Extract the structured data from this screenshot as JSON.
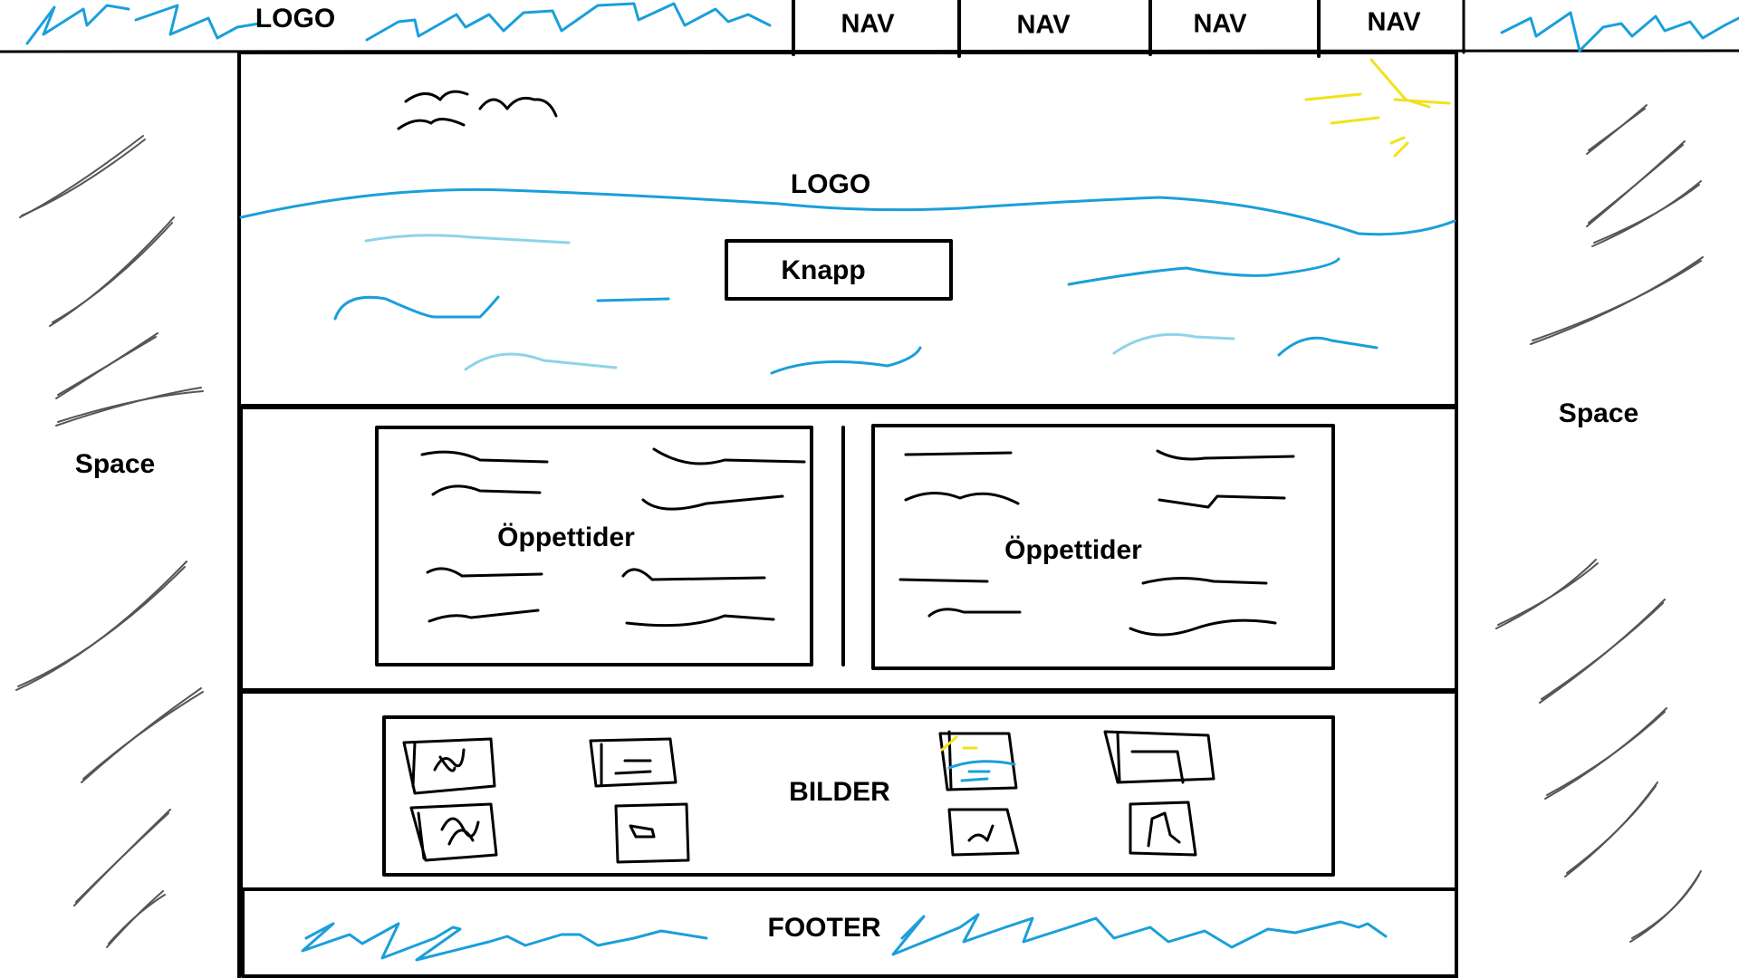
{
  "header": {
    "logo": "LOGO",
    "nav": [
      "NAV",
      "NAV",
      "NAV",
      "NAV"
    ]
  },
  "hero": {
    "logo": "LOGO",
    "button_label": "Knapp"
  },
  "hours": {
    "left_label": "Öppettider",
    "right_label": "Öppettider"
  },
  "gallery": {
    "label": "BILDER"
  },
  "footer": {
    "label": "FOOTER"
  },
  "sides": {
    "left_label": "Space",
    "right_label": "Space"
  },
  "colors": {
    "ink": "#000000",
    "water": "#1a9fdb",
    "water_light": "#8fd3e8",
    "sun": "#f2e21b"
  }
}
